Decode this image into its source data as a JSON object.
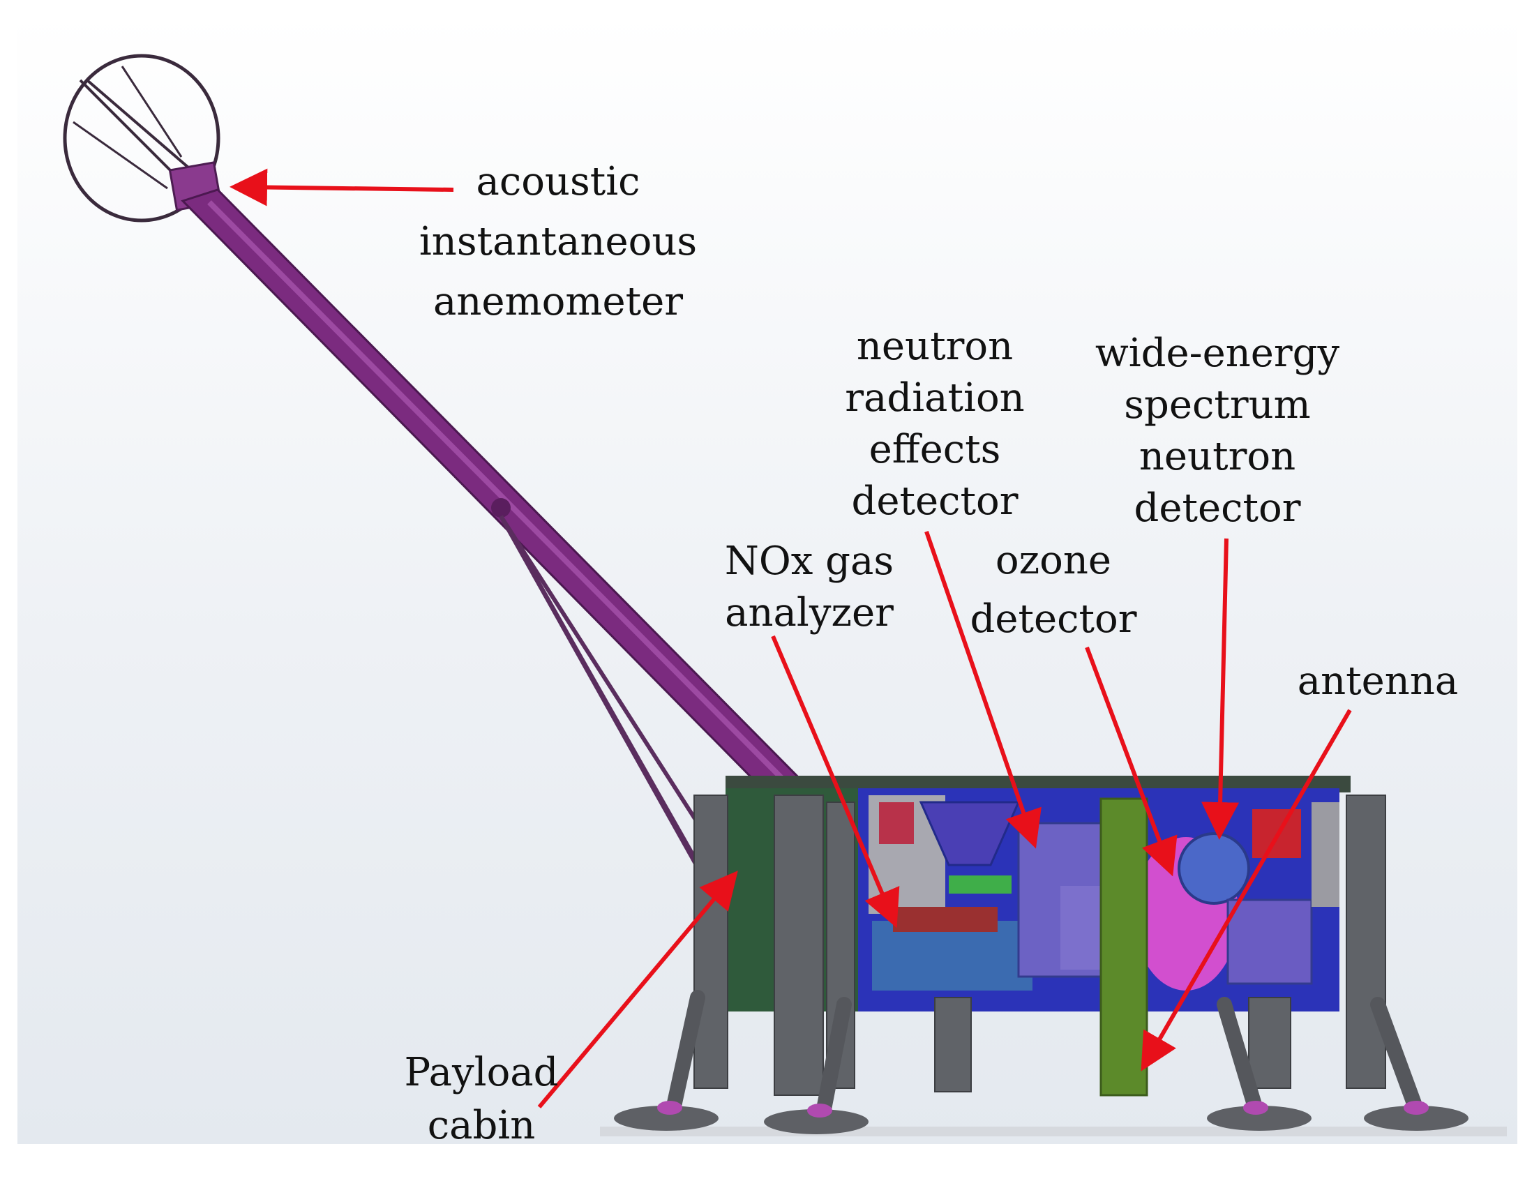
{
  "labels": {
    "anemometer": [
      "acoustic",
      "instantaneous",
      "anemometer"
    ],
    "neutron_effects": [
      "neutron",
      "radiation",
      "effects",
      "detector"
    ],
    "wide_energy": [
      "wide-energy",
      "spectrum",
      "neutron",
      "detector"
    ],
    "nox": [
      "NOx gas",
      "analyzer"
    ],
    "ozone": [
      "ozone",
      "detector"
    ],
    "antenna": [
      "antenna"
    ],
    "payload": [
      "Payload",
      "cabin"
    ]
  },
  "colors": {
    "arrow": "#e8101a",
    "boom": "#7b2b7f",
    "cabin_frame": "#5a5c60",
    "cabin_panel": "#3a3fc8",
    "antenna": "#5c8a2a",
    "legs": "#606266",
    "background_top": "#ffffff",
    "background_bottom": "#dde4ec"
  }
}
